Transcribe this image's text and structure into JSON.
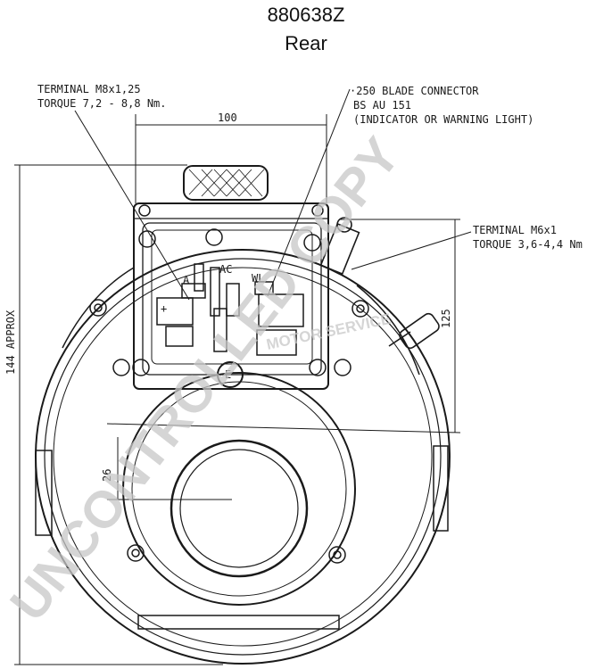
{
  "header": {
    "part_number": "880638Z",
    "view": "Rear"
  },
  "annotations": {
    "terminal_m8_line1": "TERMINAL M8x1,25",
    "terminal_m8_line2": "TORQUE 7,2 - 8,8 Nm.",
    "blade_line1": "·250 BLADE CONNECTOR",
    "blade_line2": "BS AU 151",
    "blade_line3": "(INDICATOR OR WARNING LIGHT)",
    "terminal_m6_line1": "TERMINAL M6x1",
    "terminal_m6_line2": "TORQUE 3,6-4,4 Nm"
  },
  "dimensions": {
    "width": "100",
    "height_right": "125",
    "height_left": "144 APPROX",
    "offset": "26"
  },
  "terminals": {
    "a": "A",
    "ac": "AC",
    "wl": "WL",
    "plus": "+",
    "earth": "E"
  },
  "watermarks": {
    "main": "UNCONTROLLED COPY",
    "faint": "MOTOR SERVICE"
  },
  "colors": {
    "ink": "#1a1a1a",
    "watermark": "#c8c8c8"
  }
}
